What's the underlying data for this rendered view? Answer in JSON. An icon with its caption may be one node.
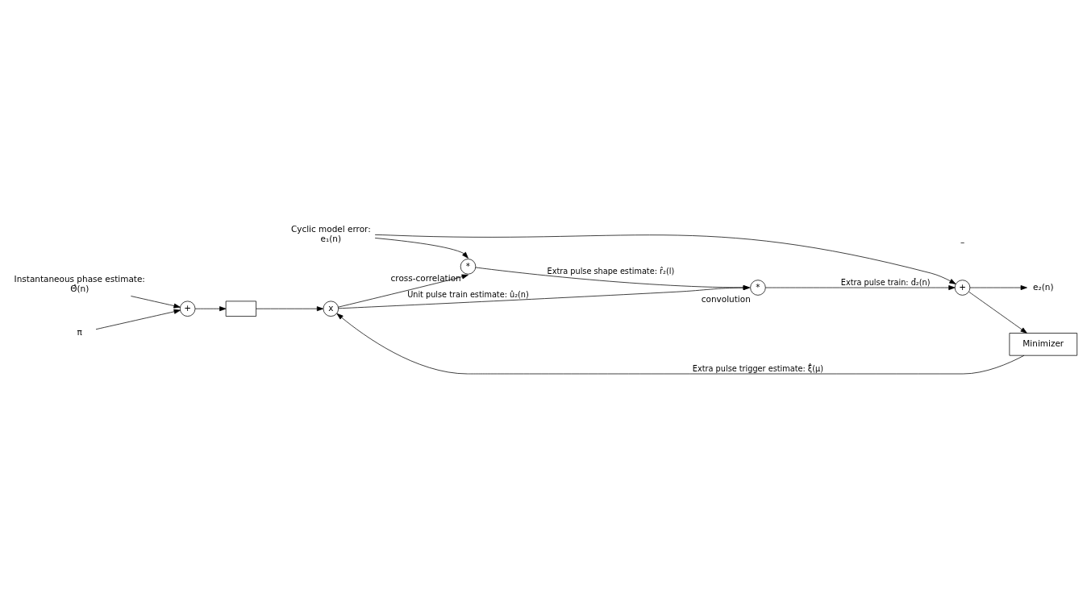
{
  "diagram": {
    "nodes": [
      {
        "text": [
          "Instantaneous phase estimate:",
          "Θ̂(n)"
        ]
      },
      {
        "text": [
          "π"
        ]
      },
      {
        "text": [
          "+"
        ]
      },
      {
        "text": [],
        "shape": "box"
      },
      {
        "text": [
          "x"
        ]
      },
      {
        "text": [
          "Cyclic model error:",
          "e₁(n)"
        ]
      },
      {
        "text": [
          "*"
        ],
        "beside": [
          "cross-correlation"
        ]
      },
      {
        "text": [
          "*"
        ],
        "beside": [
          "convolution"
        ]
      },
      {
        "text": [
          "+"
        ]
      },
      {
        "text": [
          "e₂(n)"
        ]
      },
      {
        "text": [
          "Minimizer"
        ]
      }
    ],
    "edges": [
      {
        "from": 0,
        "to": 2,
        "arrow": "to"
      },
      {
        "from": 1,
        "to": 2,
        "arrow": "to"
      },
      {
        "from": 2,
        "to": 3,
        "arrow": "to"
      },
      {
        "from": 3,
        "to": 4,
        "arrow": "to"
      },
      {
        "from": 4,
        "to": 7,
        "arrow": "to",
        "label": "Unit pulse train estimate: û₂(n)"
      },
      {
        "from": 4,
        "to": 6,
        "arrow": "to"
      },
      {
        "from": 5,
        "to": 6,
        "arrow": "to"
      },
      {
        "from": 5,
        "to": 8,
        "arrow": "to"
      },
      {
        "from": 6,
        "to": 7,
        "arrow": "to",
        "label": "Extra pulse shape estimate: r̂₂(l)"
      },
      {
        "from": 7,
        "to": 8,
        "arrow": "to",
        "label": "Extra pulse train: d̂₂(n)"
      },
      {
        "from": 8,
        "to": 9,
        "arrow": "to"
      },
      {
        "from": 8,
        "to": 10,
        "arrow": "to"
      },
      {
        "from": 10,
        "to": 4,
        "arrow": "to",
        "label": "Extra pulse trigger estimate: ξ̂(μ)"
      }
    ],
    "labels": [
      "–"
    ]
  }
}
